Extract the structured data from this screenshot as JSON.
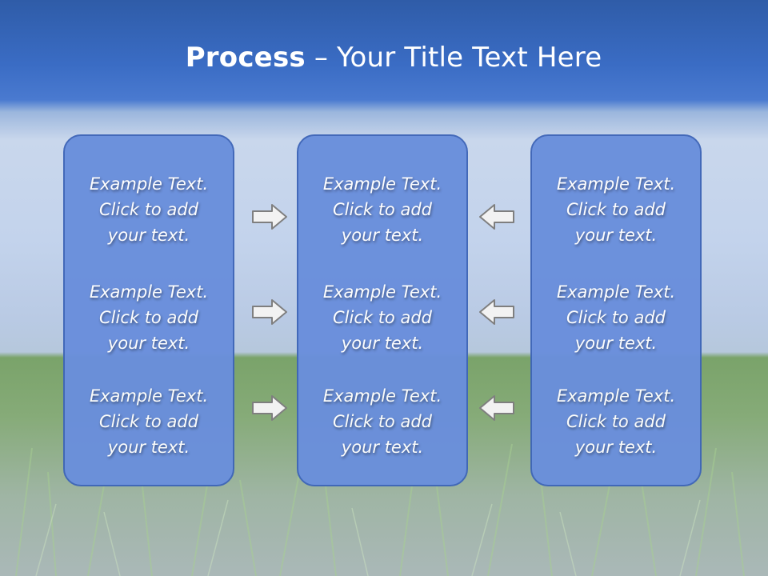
{
  "title": {
    "bold": "Process",
    "rest": " – Your Title Text Here"
  },
  "columns": [
    {
      "blocks": [
        {
          "l1": "Example Text.",
          "l2": "Click  to add",
          "l3": "your text."
        },
        {
          "l1": "Example Text.",
          "l2": "Click  to add",
          "l3": "your text."
        },
        {
          "l1": "Example Text.",
          "l2": "Click  to add",
          "l3": "your text."
        }
      ]
    },
    {
      "blocks": [
        {
          "l1": "Example Text.",
          "l2": "Click  to add",
          "l3": "your text."
        },
        {
          "l1": "Example Text.",
          "l2": "Click  to add",
          "l3": "your text."
        },
        {
          "l1": "Example Text.",
          "l2": "Click  to add",
          "l3": "your text."
        }
      ]
    },
    {
      "blocks": [
        {
          "l1": "Example Text.",
          "l2": "Click  to add",
          "l3": "your text."
        },
        {
          "l1": "Example Text.",
          "l2": "Click  to add",
          "l3": "your text."
        },
        {
          "l1": "Example Text.",
          "l2": "Click  to add",
          "l3": "your text."
        }
      ]
    }
  ],
  "icons": {
    "right_arrow": "arrow-right-icon",
    "left_arrow": "arrow-left-icon"
  },
  "colors": {
    "column_fill": "#6a8fdc",
    "column_border": "#3f66b8",
    "arrow_fill": "#f2f2f2",
    "arrow_stroke": "#7f7f7f"
  }
}
